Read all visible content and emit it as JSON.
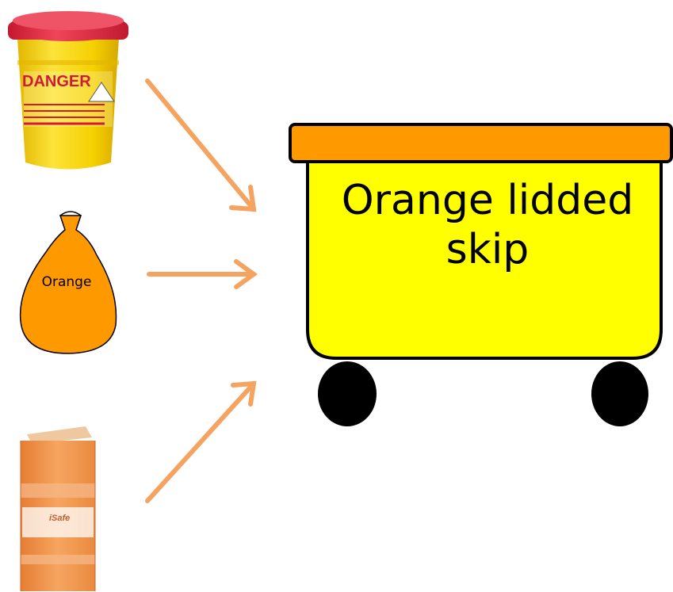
{
  "skip": {
    "label_line1": "Orange lidded",
    "label_line2": "skip"
  },
  "bag": {
    "label": "Orange"
  },
  "sharps_container": {
    "warning_label": "DANGER"
  },
  "box": {
    "brand": "iSafe"
  },
  "colors": {
    "arrow": "#f4a460",
    "skip_lid": "#ff9900",
    "skip_body": "#ffff00",
    "bag": "#ff9900",
    "wheel": "#000000",
    "container_lid": "#e8334a",
    "container_body": "#f8d200"
  }
}
